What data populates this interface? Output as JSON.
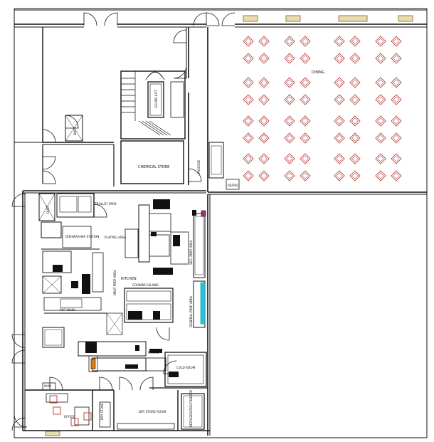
{
  "labels": {
    "dining": "DINING",
    "goods_lift": "GOODS LIFT",
    "duct_top": "DUCT",
    "duct_left": "DUCT",
    "chemical_store": "CHEMICAL STORE",
    "passage": "PASSAGE",
    "trolley_park": "TROLLEY PARK",
    "dishwasher_station": "DISHWASHER STATION",
    "plating_area": "PLATING AREA",
    "veg_prep_area": "VEG. PREP AREA",
    "kitchen": "KITCHEN",
    "cooking_island": "COOKING ISLAND",
    "meat_prep_area": "MEAT PREP AREA",
    "pot_wash": "POT WASH",
    "general_prep_area": "GENERAL PREP AREA",
    "pass": "P.A.S.S.",
    "cold_room": "COLD ROOM",
    "office": "OFFICE",
    "dry_store_small": "DRY STORE",
    "dry_store_room": "DRY STORE ROOM",
    "refrigerated_freezer": "REFRIGERATED FREEZER",
    "refrig": "REFRIG.",
    "ww": "W/W"
  },
  "colors": {
    "wall": "#111111",
    "chair": "#b03030",
    "window_fill": "#e8dcb0",
    "window_stroke": "#806020",
    "cyan_counter": "#27c4d8",
    "orange_item": "#e07a10",
    "magenta_item": "#a0307a",
    "office_chair": "#c03030"
  },
  "dining_layout": {
    "rows": 4,
    "cols": 4,
    "chairs_per_table": 4
  }
}
